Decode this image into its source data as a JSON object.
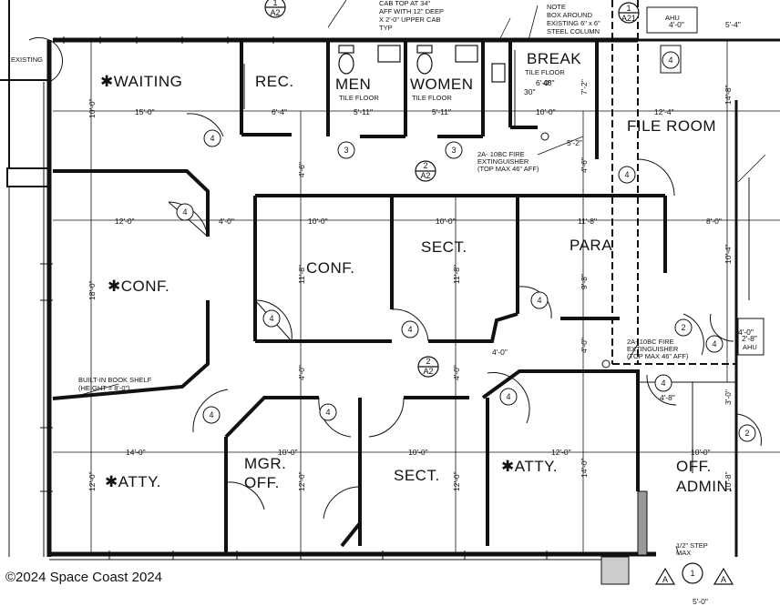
{
  "rooms": {
    "waiting": "✱WAITING",
    "rec": "REC.",
    "men": "MEN",
    "women": "WOMEN",
    "men_floor": "TILE FLOOR",
    "women_floor": "TILE FLOOR",
    "break": "BREAK",
    "break_floor": "TILE FLOOR",
    "file_room": "FILE ROOM",
    "conf_large": "✱CONF.",
    "conf_small": "CONF.",
    "sect_top": "SECT.",
    "para": "PARA",
    "mgr_line1": "MGR.",
    "mgr_line2": "OFF.",
    "sect_bottom": "SECT.",
    "atty_left": "✱ATTY.",
    "atty_right": "✱ATTY.",
    "off_line1": "OFF.",
    "off_line2": "ADMIN.",
    "existing": "EXISTING",
    "ahu_top": "AHU",
    "ahu_mid": "AHU"
  },
  "notes": {
    "cab_1": "CAB TOP AT 34\"",
    "cab_2": "AFF WITH 12\" DEEP",
    "cab_3": "X 2'-0\" UPPER CAB",
    "cab_4": "TYP",
    "note_1": "NOTE",
    "note_2": "BOX AROUND",
    "note_3": "EXISTING 6\" x 6\"",
    "note_4": "STEEL COLUMN",
    "ext1_1": "2A- 10BC FIRE",
    "ext1_2": "EXTINGUISHER",
    "ext1_3": "(TOP MAX 46\" AFF)",
    "ext2_1": "2A- 10BC FIRE",
    "ext2_2": "EXTINGUISHER",
    "ext2_3": "(TOP MAX 46\" AFF)",
    "shelf_1": "BUILT-IN BOOK SHELF",
    "shelf_2": "(HEIGHT = 8'-0\")",
    "step_1": "1/2\" STEP",
    "step_2": "MAX"
  },
  "dims": {
    "d15_0": "15'-0\"",
    "d6_4": "6'-4\"",
    "d5_11a": "5'-11\"",
    "d5_11b": "5'-11\"",
    "d10_0_break": "10'-0\"",
    "d12_4": "12'-4\"",
    "d5_4": "5'-4\"",
    "d4_0_top": "4'-0\"",
    "d5_2": "5'-2\"",
    "d12_0": "12'-0\"",
    "d4_0_mid": "4'-0\"",
    "d10_0_conf": "10'-0\"",
    "d10_0_sect": "10'-0\"",
    "d11_8": "11'-8\"",
    "d8_0": "8'-0\"",
    "d14_0": "14'-0\"",
    "d10_0_mgr": "10'-0\"",
    "d10_0_sectb": "10'-0\"",
    "d12_0_atty": "12'-0\"",
    "d10_0_off": "10'-0\"",
    "d4_8": "4'-8\"",
    "d2_8": "2'-8\"",
    "v10_0": "10'-0\"",
    "v18_0": "18'-0\"",
    "v12_0a": "12'-0\"",
    "v4_6a": "4'-6\"",
    "v11_8a": "11'-8\"",
    "v4_0a": "4'-0\"",
    "v12_0b": "12'-0\"",
    "v11_8b": "11'-8\"",
    "v4_0b": "4'-0\"",
    "v9_8": "9'-8\"",
    "v4_0c": "4'-0\"",
    "v14_0": "14'-0\"",
    "v10_4": "10'-4\"",
    "v14_8": "14'-8\"",
    "v7_2": "7'-2\"",
    "v4_6b": "4'-6\"",
    "v12_0c": "12'-0\"",
    "v10_8": "10'-8\"",
    "v3_0": "3'-0\"",
    "v30": "30\"",
    "v48": "48\"",
    "d4_0_diag": "4'-0\"",
    "d4_0_ahu": "4'-0\"",
    "d5_0": "5'-0\"",
    "d6_0": "6'-0\""
  },
  "tags": {
    "door4": "4",
    "door3": "3",
    "door2": "2",
    "sec_num": "2",
    "sec_sheet": "A2",
    "sec_num_top": "1",
    "sec_sheet_top": "A2",
    "sec_sheet_a21": "A21",
    "sec_num_bottom": "1",
    "elev_a": "A"
  },
  "copyright": "©2024 Space Coast 2024"
}
